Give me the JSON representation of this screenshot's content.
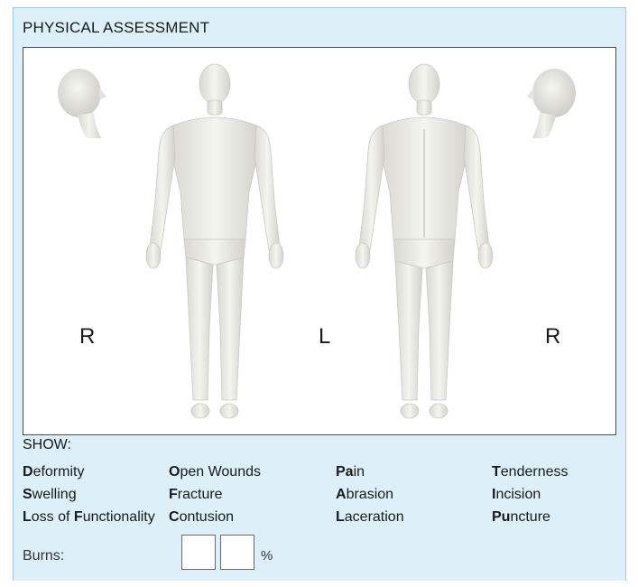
{
  "form": {
    "title": "PHYSICAL ASSESSMENT",
    "orientation_labels": {
      "left_r": "R",
      "center_l": "L",
      "right_r": "R"
    },
    "show_label": "SHOW:",
    "legend": [
      {
        "key": "deformity",
        "bold": "D",
        "rest": "eformity"
      },
      {
        "key": "open-wounds",
        "bold": "O",
        "rest": "pen Wounds"
      },
      {
        "key": "pain",
        "bold": "Pa",
        "rest": "in"
      },
      {
        "key": "tenderness",
        "bold": "T",
        "rest": "enderness"
      },
      {
        "key": "swelling",
        "bold": "S",
        "rest": "welling"
      },
      {
        "key": "fracture",
        "bold": "F",
        "rest": "racture"
      },
      {
        "key": "abrasion",
        "bold": "A",
        "rest": "brasion"
      },
      {
        "key": "incision",
        "bold": "I",
        "rest": "ncision"
      },
      {
        "key": "contusion",
        "bold": "C",
        "rest": "ontusion"
      },
      {
        "key": "laceration",
        "bold": "L",
        "rest": "aceration"
      },
      {
        "key": "puncture",
        "bold": "Pu",
        "rest": "ncture"
      }
    ],
    "loss_of_functionality": {
      "b1": "L",
      "t1": "oss of ",
      "b2": "F",
      "t2": "unctionality"
    },
    "burns_label": "Burns:",
    "burns_percent_symbol": "%"
  }
}
